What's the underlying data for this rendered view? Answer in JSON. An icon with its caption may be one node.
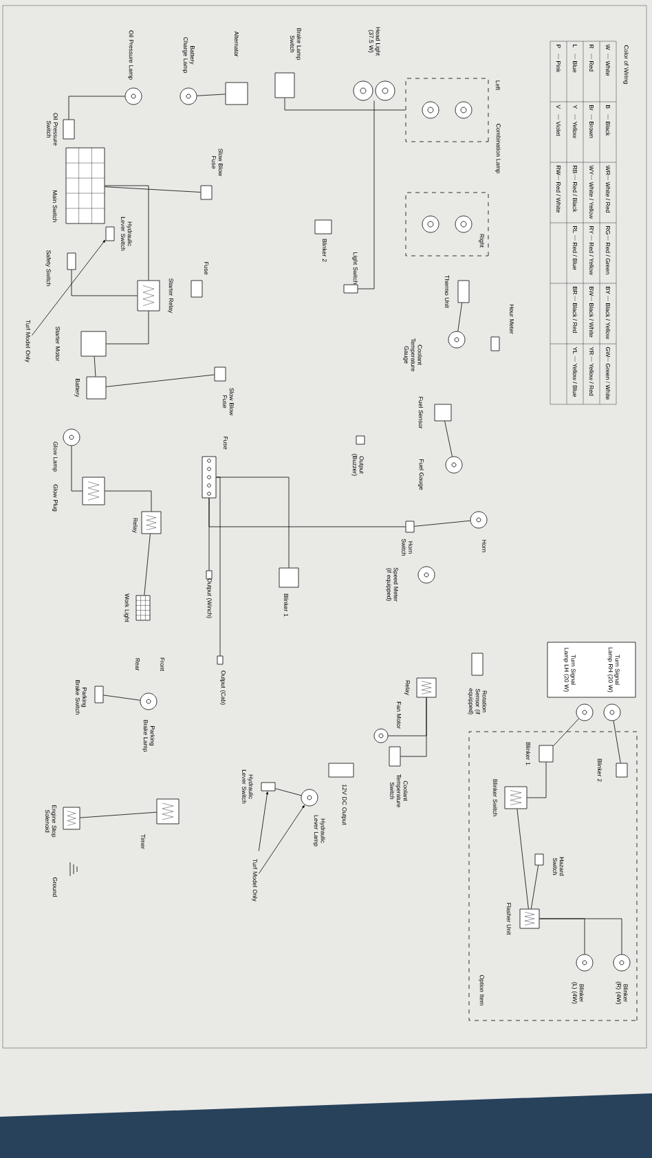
{
  "diagram": {
    "nodes": [
      {
        "text": [
          "Oil Pressure Lamp"
        ]
      },
      {
        "text": [
          "Battery Charge Lamp"
        ]
      },
      {
        "text": [
          "Alternator"
        ]
      },
      {
        "text": [
          "Brake Lamp Switch"
        ]
      },
      {
        "text": [
          "Head Light (37.5 W)"
        ]
      },
      {
        "text": [
          "Combination Lamp",
          "Left"
        ]
      },
      {
        "text": [
          "Right"
        ]
      },
      {
        "text": [
          "Oil Pressure Switch"
        ]
      },
      {
        "text": [
          "Main Switch"
        ]
      },
      {
        "text": [
          "Safety Switch"
        ]
      },
      {
        "text": [
          "Hydraulic Lever Switch"
        ]
      },
      {
        "text": [
          "Starter Relay"
        ]
      },
      {
        "text": [
          "Turf Model Only"
        ]
      },
      {
        "text": [
          "Starter Motor"
        ]
      },
      {
        "text": [
          "Battery"
        ]
      },
      {
        "text": [
          "Glow Lamp"
        ]
      },
      {
        "text": [
          "Glow Plug"
        ]
      },
      {
        "text": [
          "Slow Blow Fuse"
        ]
      },
      {
        "text": [
          "Fuse"
        ]
      },
      {
        "text": [
          "Slow Blow Fuse"
        ]
      },
      {
        "text": [
          "Fuse"
        ]
      },
      {
        "text": [
          "Relay"
        ]
      },
      {
        "text": [
          "Output (Winch)"
        ]
      },
      {
        "text": [
          "Output (Cab)"
        ]
      },
      {
        "text": [
          "Work Light"
        ]
      },
      {
        "text": [
          "Parking Brake Lamp"
        ]
      },
      {
        "text": [
          "Parking Brake Switch"
        ]
      },
      {
        "text": [
          "Blinker 2"
        ]
      },
      {
        "text": [
          "Light Switch"
        ]
      },
      {
        "text": [
          "Blinker 1"
        ]
      },
      {
        "text": [
          "Output (Buzzer)"
        ]
      },
      {
        "text": [
          "Thermo Unit"
        ]
      },
      {
        "text": [
          "Coolant Temperature Gauge"
        ]
      },
      {
        "text": [
          "Hour Meter"
        ]
      },
      {
        "text": [
          "Fuel Sensor"
        ]
      },
      {
        "text": [
          "Fuel Gauge"
        ]
      },
      {
        "text": [
          "Horn Switch"
        ]
      },
      {
        "text": [
          "Horn"
        ]
      },
      {
        "text": [
          "Speed Meter (if equipped)"
        ]
      },
      {
        "text": [
          "Rotation Sensor (if equipped)"
        ]
      },
      {
        "text": [
          "Relay"
        ]
      },
      {
        "text": [
          "Fan Motor"
        ]
      },
      {
        "text": [
          "Coolant Temperature Switch"
        ]
      },
      {
        "text": [
          "12V DC Output"
        ]
      },
      {
        "text": [
          "Hydraulic Lever Lamp"
        ]
      },
      {
        "text": [
          "Hydraulic Lever Switch"
        ]
      },
      {
        "text": [
          "Turf Model Only"
        ]
      },
      {
        "text": [
          "Timer"
        ]
      },
      {
        "text": [
          "Engine Stop Solenoid"
        ]
      },
      {
        "text": [
          "Ground"
        ]
      },
      {
        "text": [
          "Option Item"
        ]
      },
      {
        "text": [
          "Turn Signal Lamp RH (20 W)",
          "Turn Signal Lamp LH (20 W)"
        ]
      },
      {
        "text": [],
        "shape": "circle"
      },
      {
        "text": [],
        "shape": "circle"
      },
      {
        "text": [
          "Blinker 1"
        ],
        "in": 50
      },
      {
        "text": [
          "Blinker 2"
        ],
        "in": 50
      },
      {
        "text": [
          "Blinker Switch"
        ],
        "in": 50
      },
      {
        "text": [
          "Hazard Switch"
        ],
        "in": 50
      },
      {
        "text": [
          "Flasher Unit"
        ],
        "in": 50
      },
      {
        "text": [
          "Blinker (R) (4W)"
        ],
        "in": 50
      },
      {
        "text": [
          "Blinker (L) (4W)"
        ],
        "in": 50
      }
    ],
    "edges": [
      {
        "from": 0,
        "to": 7,
        "arrow": "none"
      },
      {
        "from": 1,
        "to": 2,
        "arrow": "none"
      },
      {
        "from": 3,
        "to": 5,
        "arrow": "none"
      },
      {
        "from": 28,
        "to": 4,
        "arrow": "none"
      },
      {
        "from": 8,
        "to": 17,
        "arrow": "none"
      },
      {
        "from": 8,
        "to": 11,
        "arrow": "none"
      },
      {
        "from": 9,
        "to": 11,
        "arrow": "none"
      },
      {
        "from": 11,
        "to": 13,
        "arrow": "none"
      },
      {
        "from": 13,
        "to": 14,
        "arrow": "none"
      },
      {
        "from": 14,
        "to": 19,
        "arrow": "none"
      },
      {
        "from": 15,
        "to": 16,
        "arrow": "none"
      },
      {
        "from": 16,
        "to": 21,
        "arrow": "none"
      },
      {
        "from": 21,
        "to": 24,
        "arrow": "none"
      },
      {
        "from": 20,
        "to": 22,
        "arrow": "none"
      },
      {
        "from": 20,
        "to": 23,
        "arrow": "none"
      },
      {
        "from": 20,
        "to": 29,
        "arrow": "none"
      },
      {
        "from": 20,
        "to": 36,
        "arrow": "none"
      },
      {
        "from": 36,
        "to": 37,
        "arrow": "none"
      },
      {
        "from": 31,
        "to": 32,
        "arrow": "none"
      },
      {
        "from": 34,
        "to": 35,
        "arrow": "none"
      },
      {
        "from": 40,
        "to": 41,
        "arrow": "none"
      },
      {
        "from": 40,
        "to": 42,
        "arrow": "none"
      },
      {
        "from": 44,
        "to": 45,
        "arrow": "none"
      },
      {
        "from": 47,
        "to": 48,
        "arrow": "none"
      },
      {
        "from": 25,
        "to": 26,
        "arrow": "none"
      },
      {
        "from": 54,
        "to": 56,
        "arrow": "none"
      },
      {
        "from": 56,
        "to": 58,
        "arrow": "none"
      },
      {
        "from": 57,
        "to": 58,
        "arrow": "none"
      },
      {
        "from": 58,
        "to": 59,
        "arrow": "none"
      },
      {
        "from": 58,
        "to": 60,
        "arrow": "none"
      },
      {
        "from": 55,
        "to": 53,
        "arrow": "none"
      },
      {
        "from": 54,
        "to": 52,
        "arrow": "none"
      },
      {
        "from": 12,
        "to": 10,
        "arrow": "to"
      },
      {
        "from": 46,
        "to": 45,
        "arrow": "to"
      },
      {
        "from": 46,
        "to": 44,
        "arrow": "to"
      }
    ],
    "labels": [
      "Color of Wiring",
      "W",
      "White",
      "B",
      "Black",
      "WR",
      "White / Red",
      "RG",
      "Red / Green",
      "BY",
      "Black / Yellow",
      "GW",
      "Green / White",
      "R",
      "Red",
      "Br",
      "Brown",
      "WY",
      "White / Yellow",
      "RY",
      "Red / Yellow",
      "BW",
      "Black / White",
      "YR",
      "Yellow / Red",
      "L",
      "Blue",
      "Y",
      "Yellow",
      "RB",
      "Red / Black",
      "RL",
      "Red / Blue",
      "BR",
      "Black / Red",
      "YL",
      "Yellow / Blue",
      "P",
      "Pink",
      "V",
      "Violet",
      "RW",
      "Red / White",
      "Front",
      "Rear"
    ]
  }
}
